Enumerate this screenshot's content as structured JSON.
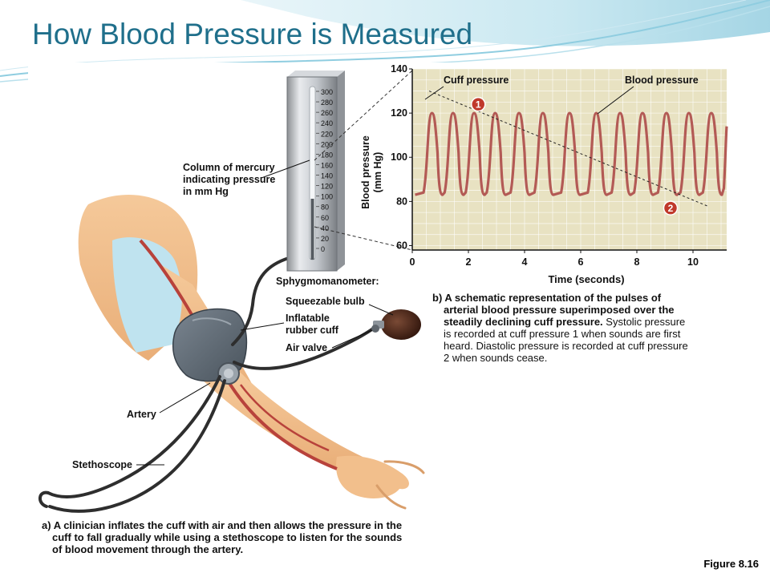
{
  "slide": {
    "title": "How Blood Pressure is Measured",
    "figure_label": "Figure 8.16"
  },
  "manometer": {
    "scale": [
      "300",
      "280",
      "260",
      "240",
      "220",
      "200",
      "180",
      "160",
      "140",
      "120",
      "100",
      "80",
      "60",
      "40",
      "20",
      "0"
    ],
    "mercury_label": [
      "Column of mercury",
      "indicating pressure",
      "in mm Hg"
    ],
    "name": "Sphygmomanometer:"
  },
  "equipment_labels": {
    "bulb": "Squeezable bulb",
    "cuff": [
      "Inflatable",
      "rubber cuff"
    ],
    "valve": "Air valve",
    "artery": "Artery",
    "stethoscope": "Stethoscope"
  },
  "caption_a": [
    "a) A clinician inflates the cuff with air and then allows the pressure in the",
    "cuff to fall gradually while using a stethoscope to listen for the sounds",
    "of blood movement through the artery."
  ],
  "caption_b": [
    {
      "bold": "b) A schematic representation of the pulses of",
      "normal": ""
    },
    {
      "bold": "arterial blood pressure superimposed over the",
      "normal": ""
    },
    {
      "bold": "steadily declining cuff pressure.",
      "normal": " Systolic pressure"
    },
    {
      "bold": "",
      "normal": "is recorded at cuff pressure 1 when sounds are first"
    },
    {
      "bold": "",
      "normal": "heard. Diastolic pressure is recorded at cuff pressure"
    },
    {
      "bold": "",
      "normal": "2 when sounds cease."
    }
  ],
  "chart_data": {
    "type": "line",
    "xlabel": "Time (seconds)",
    "ylabel": [
      "Blood pressure",
      "(mm Hg)"
    ],
    "xlim": [
      0,
      11.2
    ],
    "ylim": [
      58,
      140
    ],
    "xticks": [
      0,
      2,
      4,
      6,
      8,
      10
    ],
    "yticks": [
      60,
      80,
      100,
      120,
      140
    ],
    "series": [
      {
        "name": "Blood pressure",
        "pulse_peak": 120,
        "pulse_trough": 82,
        "pulse_times": [
          0.7,
          1.45,
          2.2,
          2.95,
          3.8,
          4.65,
          5.6,
          6.55,
          7.4,
          8.2,
          9.05,
          9.85,
          10.65
        ]
      },
      {
        "name": "Cuff pressure",
        "x": [
          0.6,
          10.5
        ],
        "y": [
          130,
          78
        ]
      }
    ],
    "markers": [
      {
        "label": "1",
        "x": 2.35,
        "y": 124
      },
      {
        "label": "2",
        "x": 9.2,
        "y": 77
      }
    ],
    "colors": {
      "pulse": "#b35a55",
      "background": "#e8e2c2",
      "marker": "#c0392b"
    }
  }
}
